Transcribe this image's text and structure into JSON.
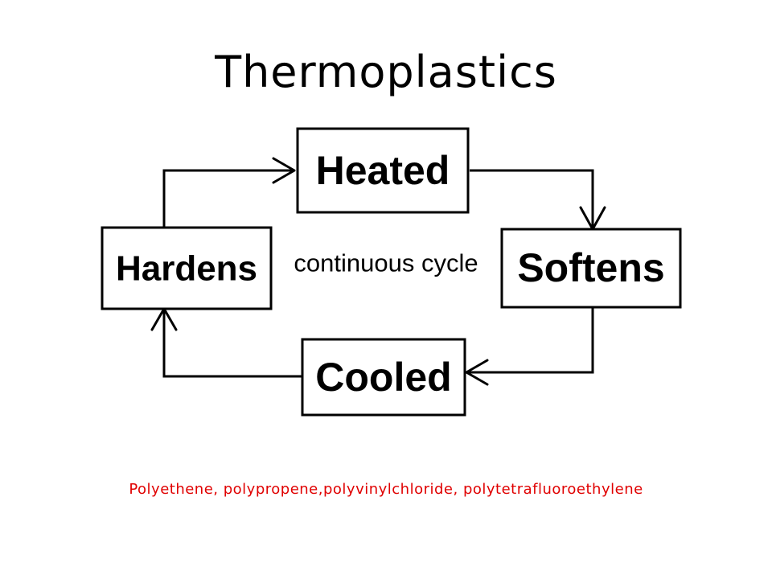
{
  "title": "Thermoplastics",
  "diagram": {
    "nodes": {
      "heated": "Heated",
      "softens": "Softens",
      "cooled": "Cooled",
      "hardens": "Hardens"
    },
    "center_label": "continuous cycle"
  },
  "examples": "Polyethene, polypropene,polyvinylchloride, polytetrafluoroethylene",
  "colors": {
    "examples_text": "#e00000",
    "ink": "#000000",
    "background": "#ffffff"
  }
}
